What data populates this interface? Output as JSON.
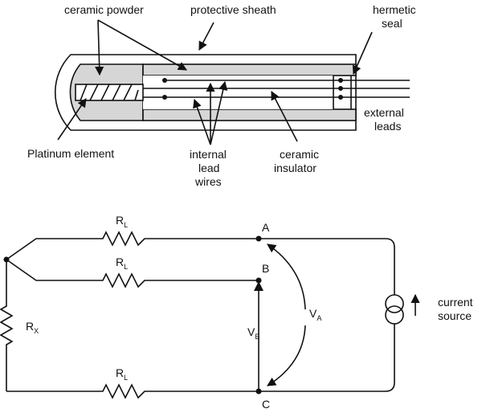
{
  "sensor": {
    "ceramic_powder": "ceramic powder",
    "protective_sheath": "protective sheath",
    "hermetic_seal_1": "hermetic",
    "hermetic_seal_2": "seal",
    "external_leads_1": "external",
    "external_leads_2": "leads",
    "platinum_element": "Platinum element",
    "internal_lead_wires_1": "internal",
    "internal_lead_wires_2": "lead",
    "internal_lead_wires_3": "wires",
    "ceramic_insulator_1": "ceramic",
    "ceramic_insulator_2": "insulator"
  },
  "circuit": {
    "rl_main": "R",
    "rl_sub": "L",
    "rx_main": "R",
    "rx_sub": "X",
    "va_main": "V",
    "va_sub": "A",
    "vb_main": "V",
    "vb_sub": "B",
    "node_a": "A",
    "node_b": "B",
    "node_c": "C",
    "current_source_1": "current",
    "current_source_2": "source"
  },
  "colors": {
    "ceramic_fill": "#d6d6d6",
    "line": "#111111",
    "background": "#ffffff"
  }
}
